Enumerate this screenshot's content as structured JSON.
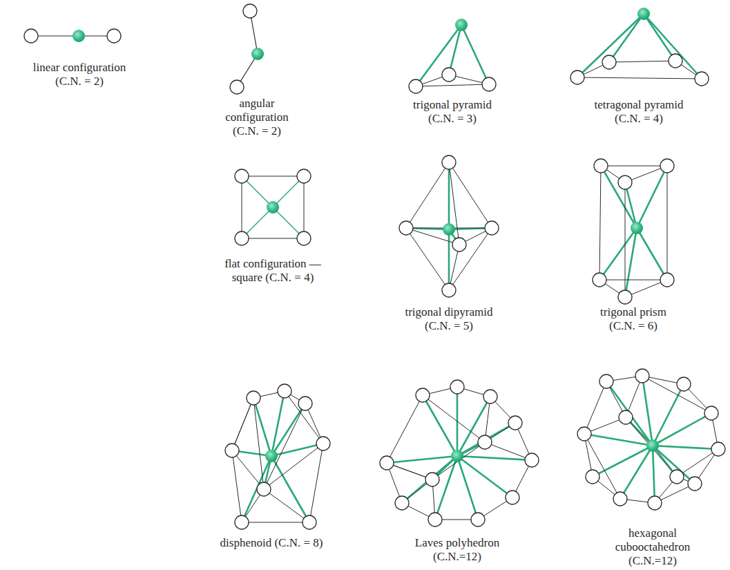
{
  "diagram": {
    "labels": [
      "linear configuration (C.N. = 2)",
      "angular configuration (C.N. = 2)",
      "trigonal pyramid (C.N. = 3)",
      "tetragonal pyramid (C.N. = 4)",
      "flat configuration — square (C.N. = 4)",
      "trigonal dipyramid (C.N. = 5)",
      "trigonal prism (C.N. = 6)",
      "disphenoid (C.N. = 8)",
      "Laves polyhedron (C.N.=12)",
      "hexagonal cubooctahedron (C.N.=12)"
    ]
  }
}
